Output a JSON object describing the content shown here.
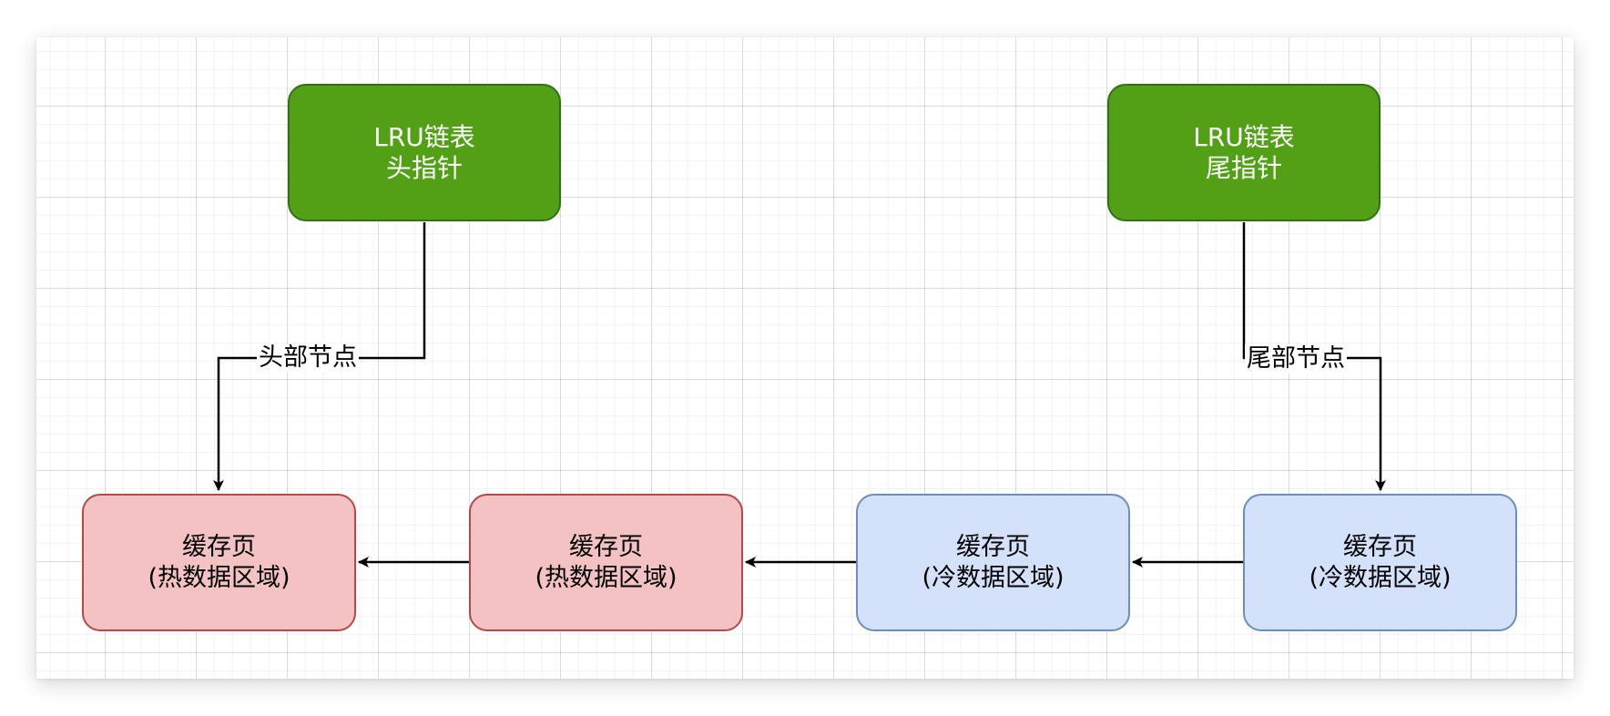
{
  "nodes": {
    "head_pointer": {
      "line1": "LRU链表",
      "line2": "头指针"
    },
    "tail_pointer": {
      "line1": "LRU链表",
      "line2": "尾指针"
    },
    "hot_page_1": {
      "line1": "缓存页",
      "line2": "(热数据区域)"
    },
    "hot_page_2": {
      "line1": "缓存页",
      "line2": "(热数据区域)"
    },
    "cold_page_1": {
      "line1": "缓存页",
      "line2": "(冷数据区域)"
    },
    "cold_page_2": {
      "line1": "缓存页",
      "line2": "(冷数据区域)"
    }
  },
  "edges": {
    "head_edge_label": "头部节点",
    "tail_edge_label": "尾部节点"
  },
  "colors": {
    "pointer_fill": "#52a015",
    "hot_fill": "#f4c2c2",
    "cold_fill": "#d3e2fa",
    "edge": "#000000"
  }
}
